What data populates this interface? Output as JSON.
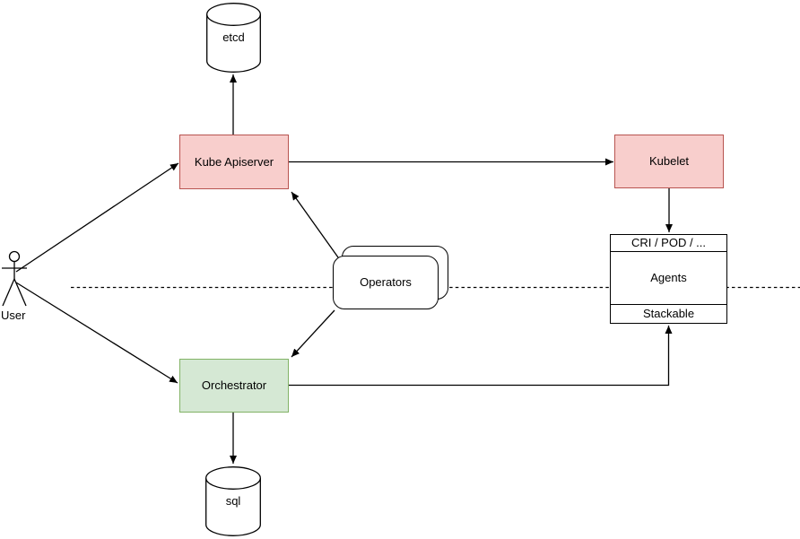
{
  "diagram": {
    "nodes": {
      "etcd": {
        "label": "etcd",
        "shape": "cylinder"
      },
      "kube_apiserver": {
        "label": "Kube Apiserver",
        "fill": "#f8cecc",
        "stroke": "#b85450"
      },
      "kubelet": {
        "label": "Kubelet",
        "fill": "#f8cecc",
        "stroke": "#b85450"
      },
      "operators": {
        "label": "Operators",
        "shape": "stacked-rounded-rectangle"
      },
      "orchestrator": {
        "label": "Orchestrator",
        "fill": "#d5e8d4",
        "stroke": "#82b366"
      },
      "agents": {
        "header": "CRI / POD / ...",
        "body": "Agents",
        "footer": "Stackable"
      },
      "sql": {
        "label": "sql",
        "shape": "cylinder"
      },
      "user": {
        "label": "User",
        "shape": "actor"
      }
    },
    "edges": [
      {
        "from": "user",
        "to": "kube_apiserver",
        "arrow": "forward"
      },
      {
        "from": "user",
        "to": "orchestrator",
        "arrow": "forward"
      },
      {
        "from": "kube_apiserver",
        "to": "etcd",
        "arrow": "forward"
      },
      {
        "from": "kube_apiserver",
        "to": "kubelet",
        "arrow": "forward"
      },
      {
        "from": "kubelet",
        "to": "agents",
        "arrow": "forward"
      },
      {
        "from": "operators",
        "to": "kube_apiserver",
        "arrow": "forward"
      },
      {
        "from": "operators",
        "to": "orchestrator",
        "arrow": "forward"
      },
      {
        "from": "orchestrator",
        "to": "agents",
        "arrow": "forward"
      },
      {
        "from": "orchestrator",
        "to": "sql",
        "arrow": "forward"
      },
      {
        "name": "boundary-line",
        "style": "dashed",
        "arrow": "none"
      }
    ],
    "colors": {
      "pink_fill": "#f8cecc",
      "pink_stroke": "#b85450",
      "green_fill": "#d5e8d4",
      "green_stroke": "#82b366",
      "line": "#000000",
      "background": "#ffffff"
    }
  }
}
